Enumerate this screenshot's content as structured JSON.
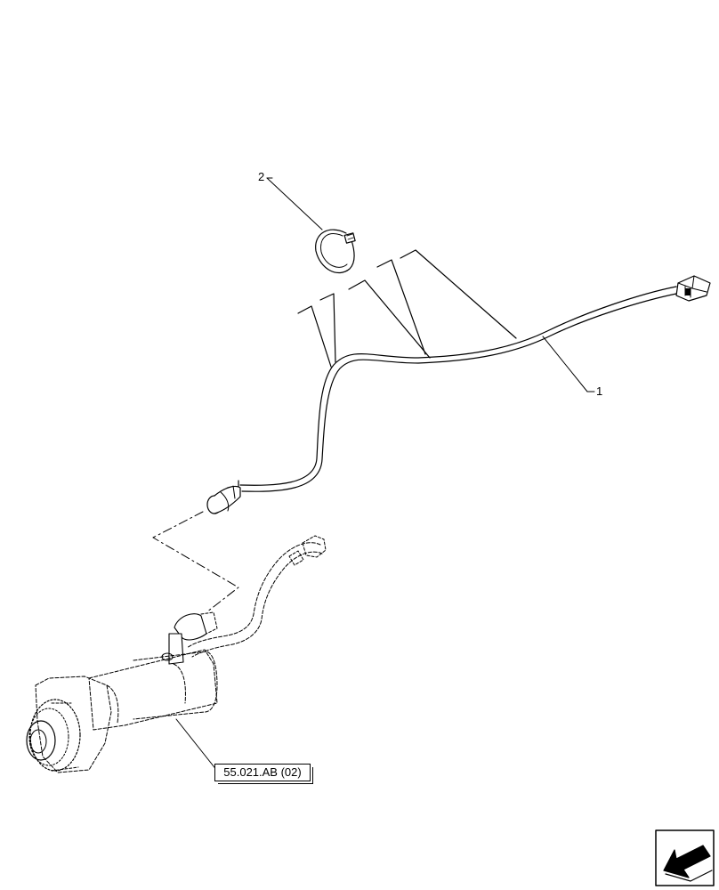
{
  "callouts": {
    "item_1": "1",
    "item_2": "2"
  },
  "reference": {
    "label": "55.021.AB (02)"
  },
  "icons": {
    "nav": "arrow-left-down-icon"
  },
  "colors": {
    "line": "#000000",
    "background": "#ffffff"
  }
}
